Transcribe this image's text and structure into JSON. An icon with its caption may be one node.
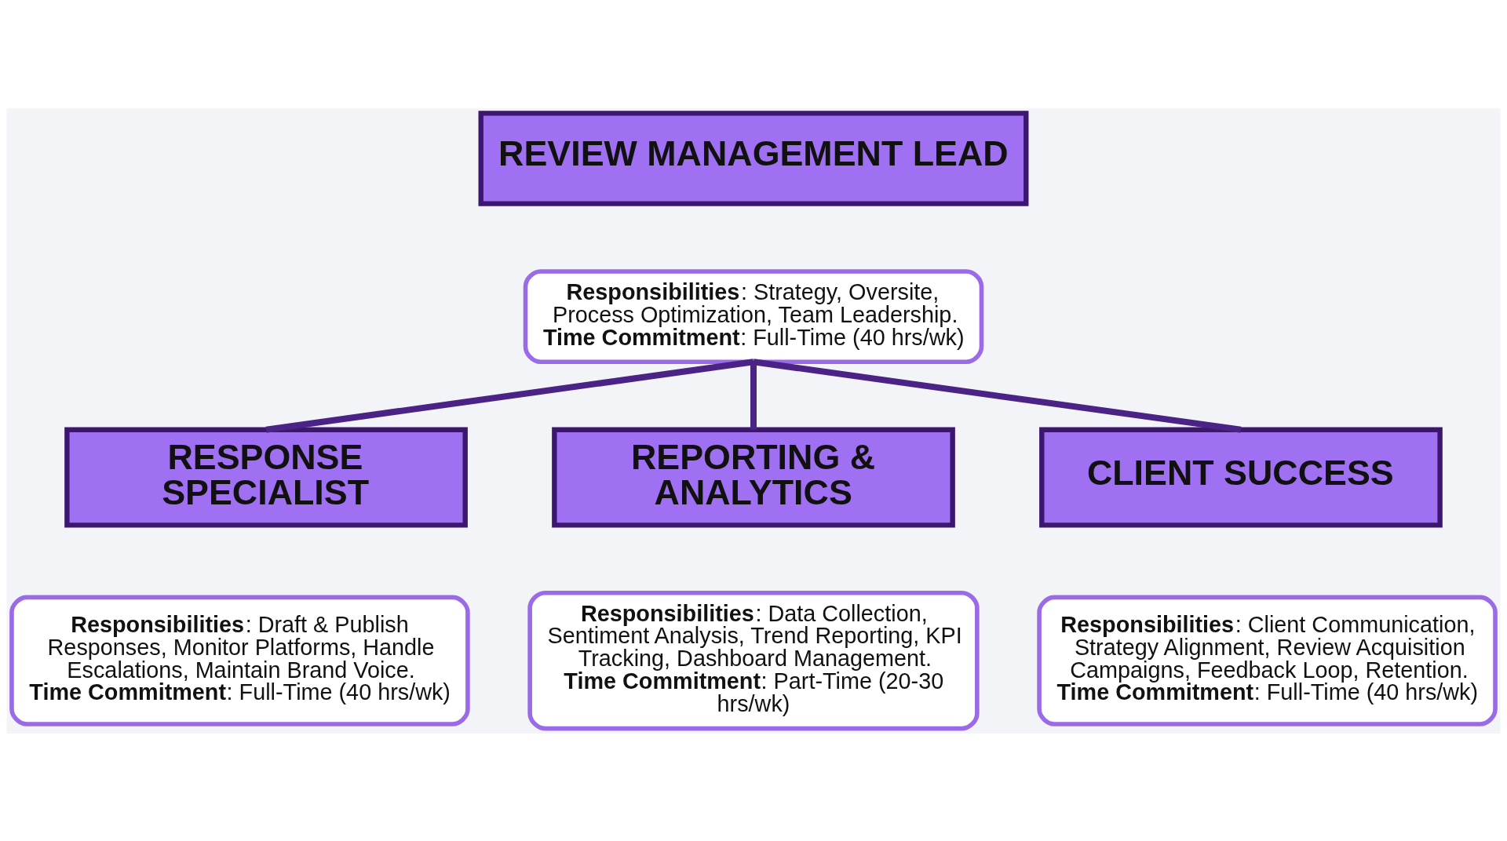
{
  "diagram": {
    "nodes": [
      {
        "text": [
          "REVIEW MANAGEMENT LEAD"
        ]
      },
      {
        "text": [
          "**Responsibilities**: Strategy, Oversite, Process Optimization, Team Leadership.",
          "**Time Commitment**: Full-Time (40 hrs/wk)"
        ]
      },
      {
        "text": [
          "RESPONSE SPECIALIST"
        ]
      },
      {
        "text": [
          "**Responsibilities**: Draft & Publish Responses, Monitor Platforms, Handle Escalations, Maintain Brand Voice.",
          "**Time Commitment**: Full-Time (40 hrs/wk)"
        ]
      },
      {
        "text": [
          "REPORTING & ANALYTICS"
        ]
      },
      {
        "text": [
          "**Responsibilities**: Data Collection, Sentiment Analysis, Trend Reporting, KPI Tracking, Dashboard Management.",
          "**Time Commitment**: Part-Time (20-30 hrs/wk)"
        ]
      },
      {
        "text": [
          "CLIENT SUCCESS"
        ]
      },
      {
        "text": [
          "**Responsibilities**: Client Communication, Strategy Alignment, Review Acquisition Campaigns, Feedback Loop, Retention.",
          "**Time Commitment**: Full-Time (40 hrs/wk)"
        ]
      }
    ],
    "edges": [
      {
        "from": 1,
        "to": 2,
        "arrow": "none"
      },
      {
        "from": 1,
        "to": 4,
        "arrow": "none"
      },
      {
        "from": 1,
        "to": 6,
        "arrow": "none"
      }
    ]
  }
}
